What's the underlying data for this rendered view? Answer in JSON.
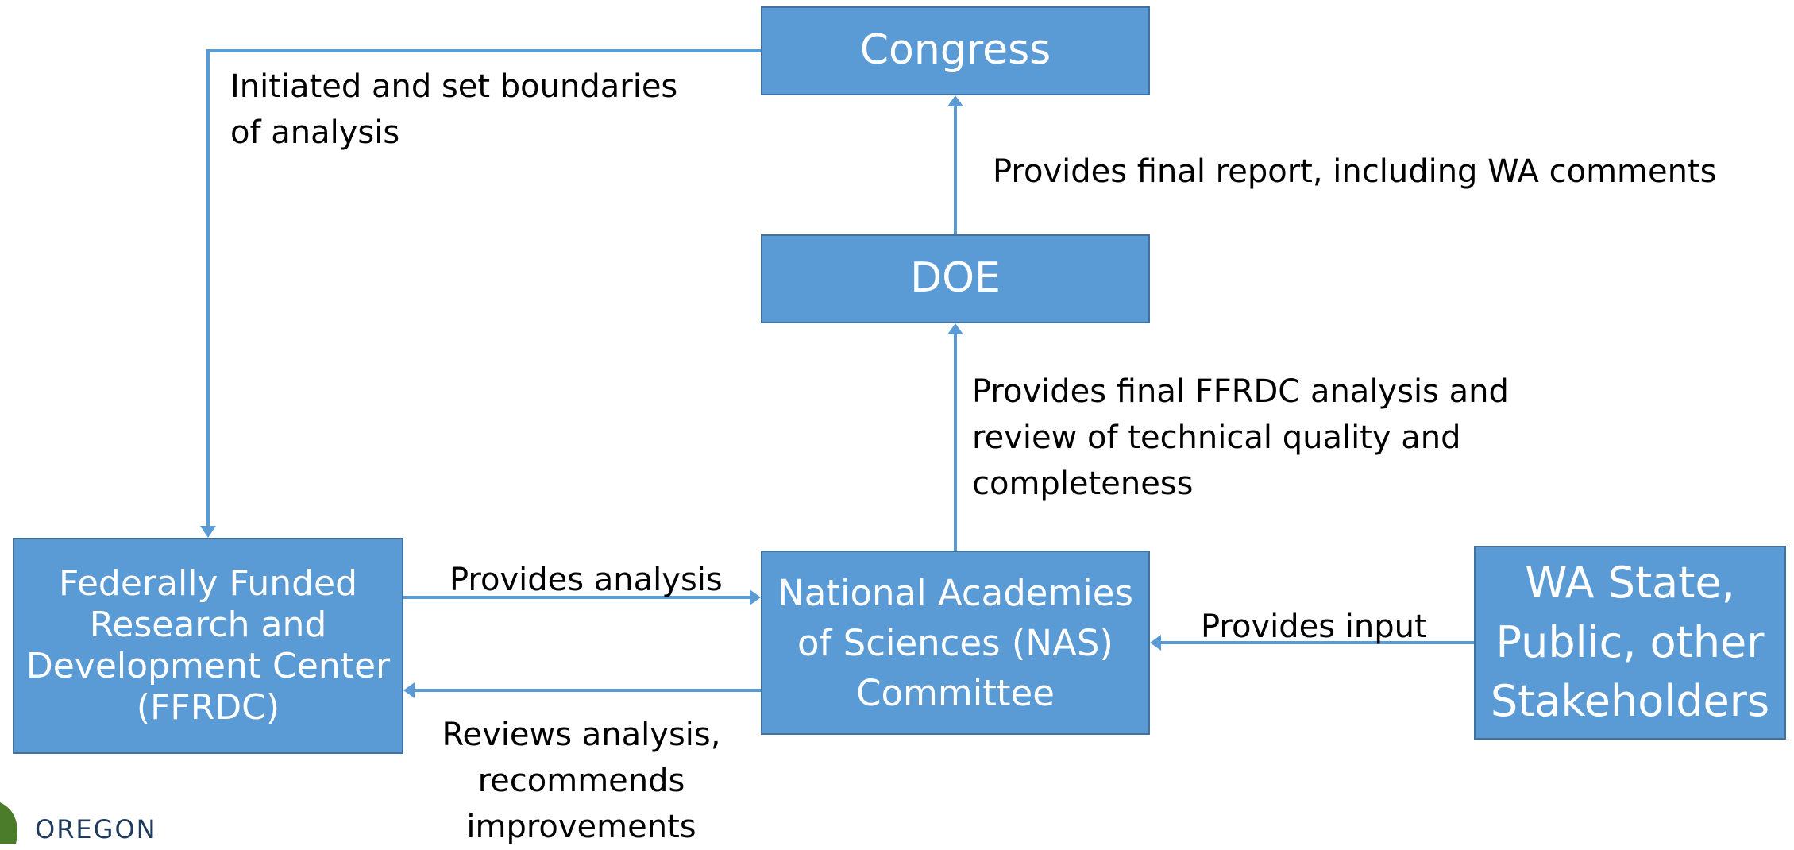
{
  "nodes": {
    "congress": "Congress",
    "doe": "DOE",
    "ffrdc": [
      "Federally Funded",
      "Research and",
      "Development Center",
      "(FFRDC)"
    ],
    "nas": [
      "National Academies",
      "of Sciences (NAS)",
      "Committee"
    ],
    "wa": [
      "WA State,",
      "Public, other",
      "Stakeholders"
    ]
  },
  "labels": {
    "initiated": [
      "Initiated and set boundaries",
      "of analysis"
    ],
    "final_report": "Provides final report, including WA comments",
    "final_ffrdc": [
      "Provides final FFRDC analysis and",
      "review of technical quality and",
      "completeness"
    ],
    "provides_analysis": "Provides analysis",
    "provides_input": "Provides input",
    "reviews": [
      "Reviews analysis,",
      "recommends",
      "improvements"
    ]
  },
  "logo": {
    "text": "OREGON"
  },
  "colors": {
    "box_fill": "#5b9bd5",
    "box_border": "#41719c",
    "connector": "#5b9bd5",
    "logo_green": "#4a7c2a"
  }
}
